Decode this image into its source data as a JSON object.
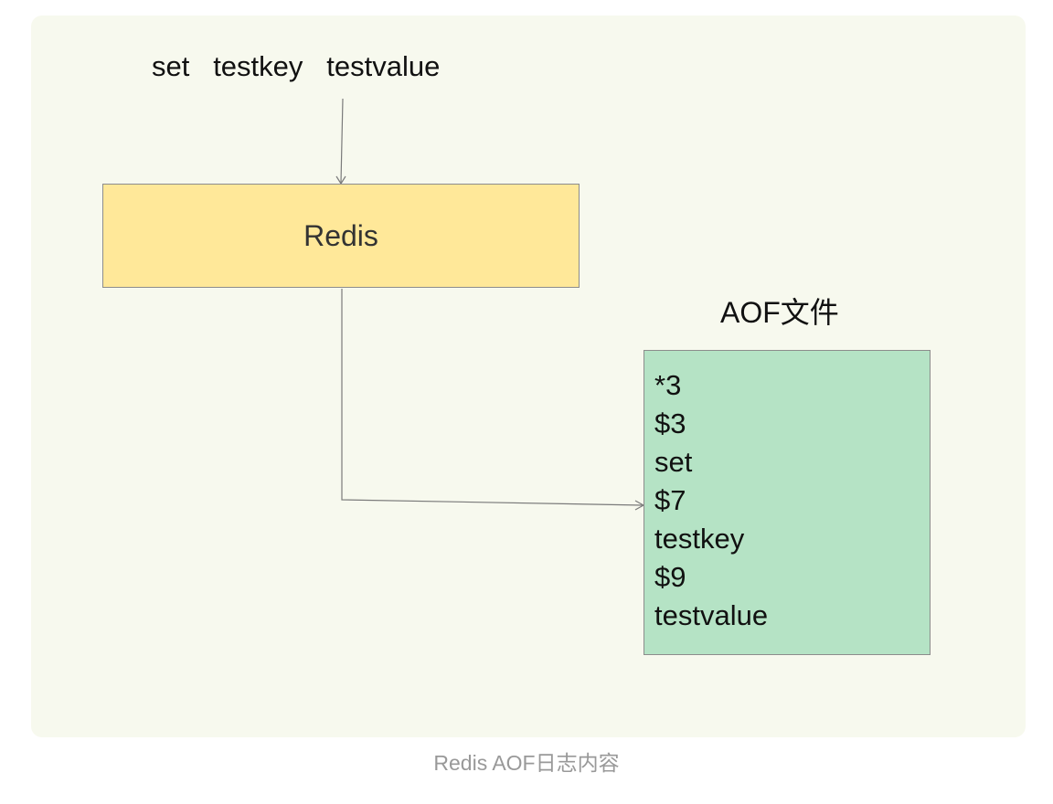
{
  "command": "set   testkey   testvalue",
  "redis": {
    "label": "Redis"
  },
  "aof": {
    "title": "AOF文件",
    "lines": [
      "*3",
      "$3",
      "set",
      "$7",
      "testkey",
      "$9",
      "testvalue"
    ]
  },
  "caption": "Redis AOF日志内容",
  "colors": {
    "panel_background": "#f7f9ee",
    "redis_box": "#ffe899",
    "aof_box": "#b5e3c5",
    "caption_text": "#999999"
  }
}
